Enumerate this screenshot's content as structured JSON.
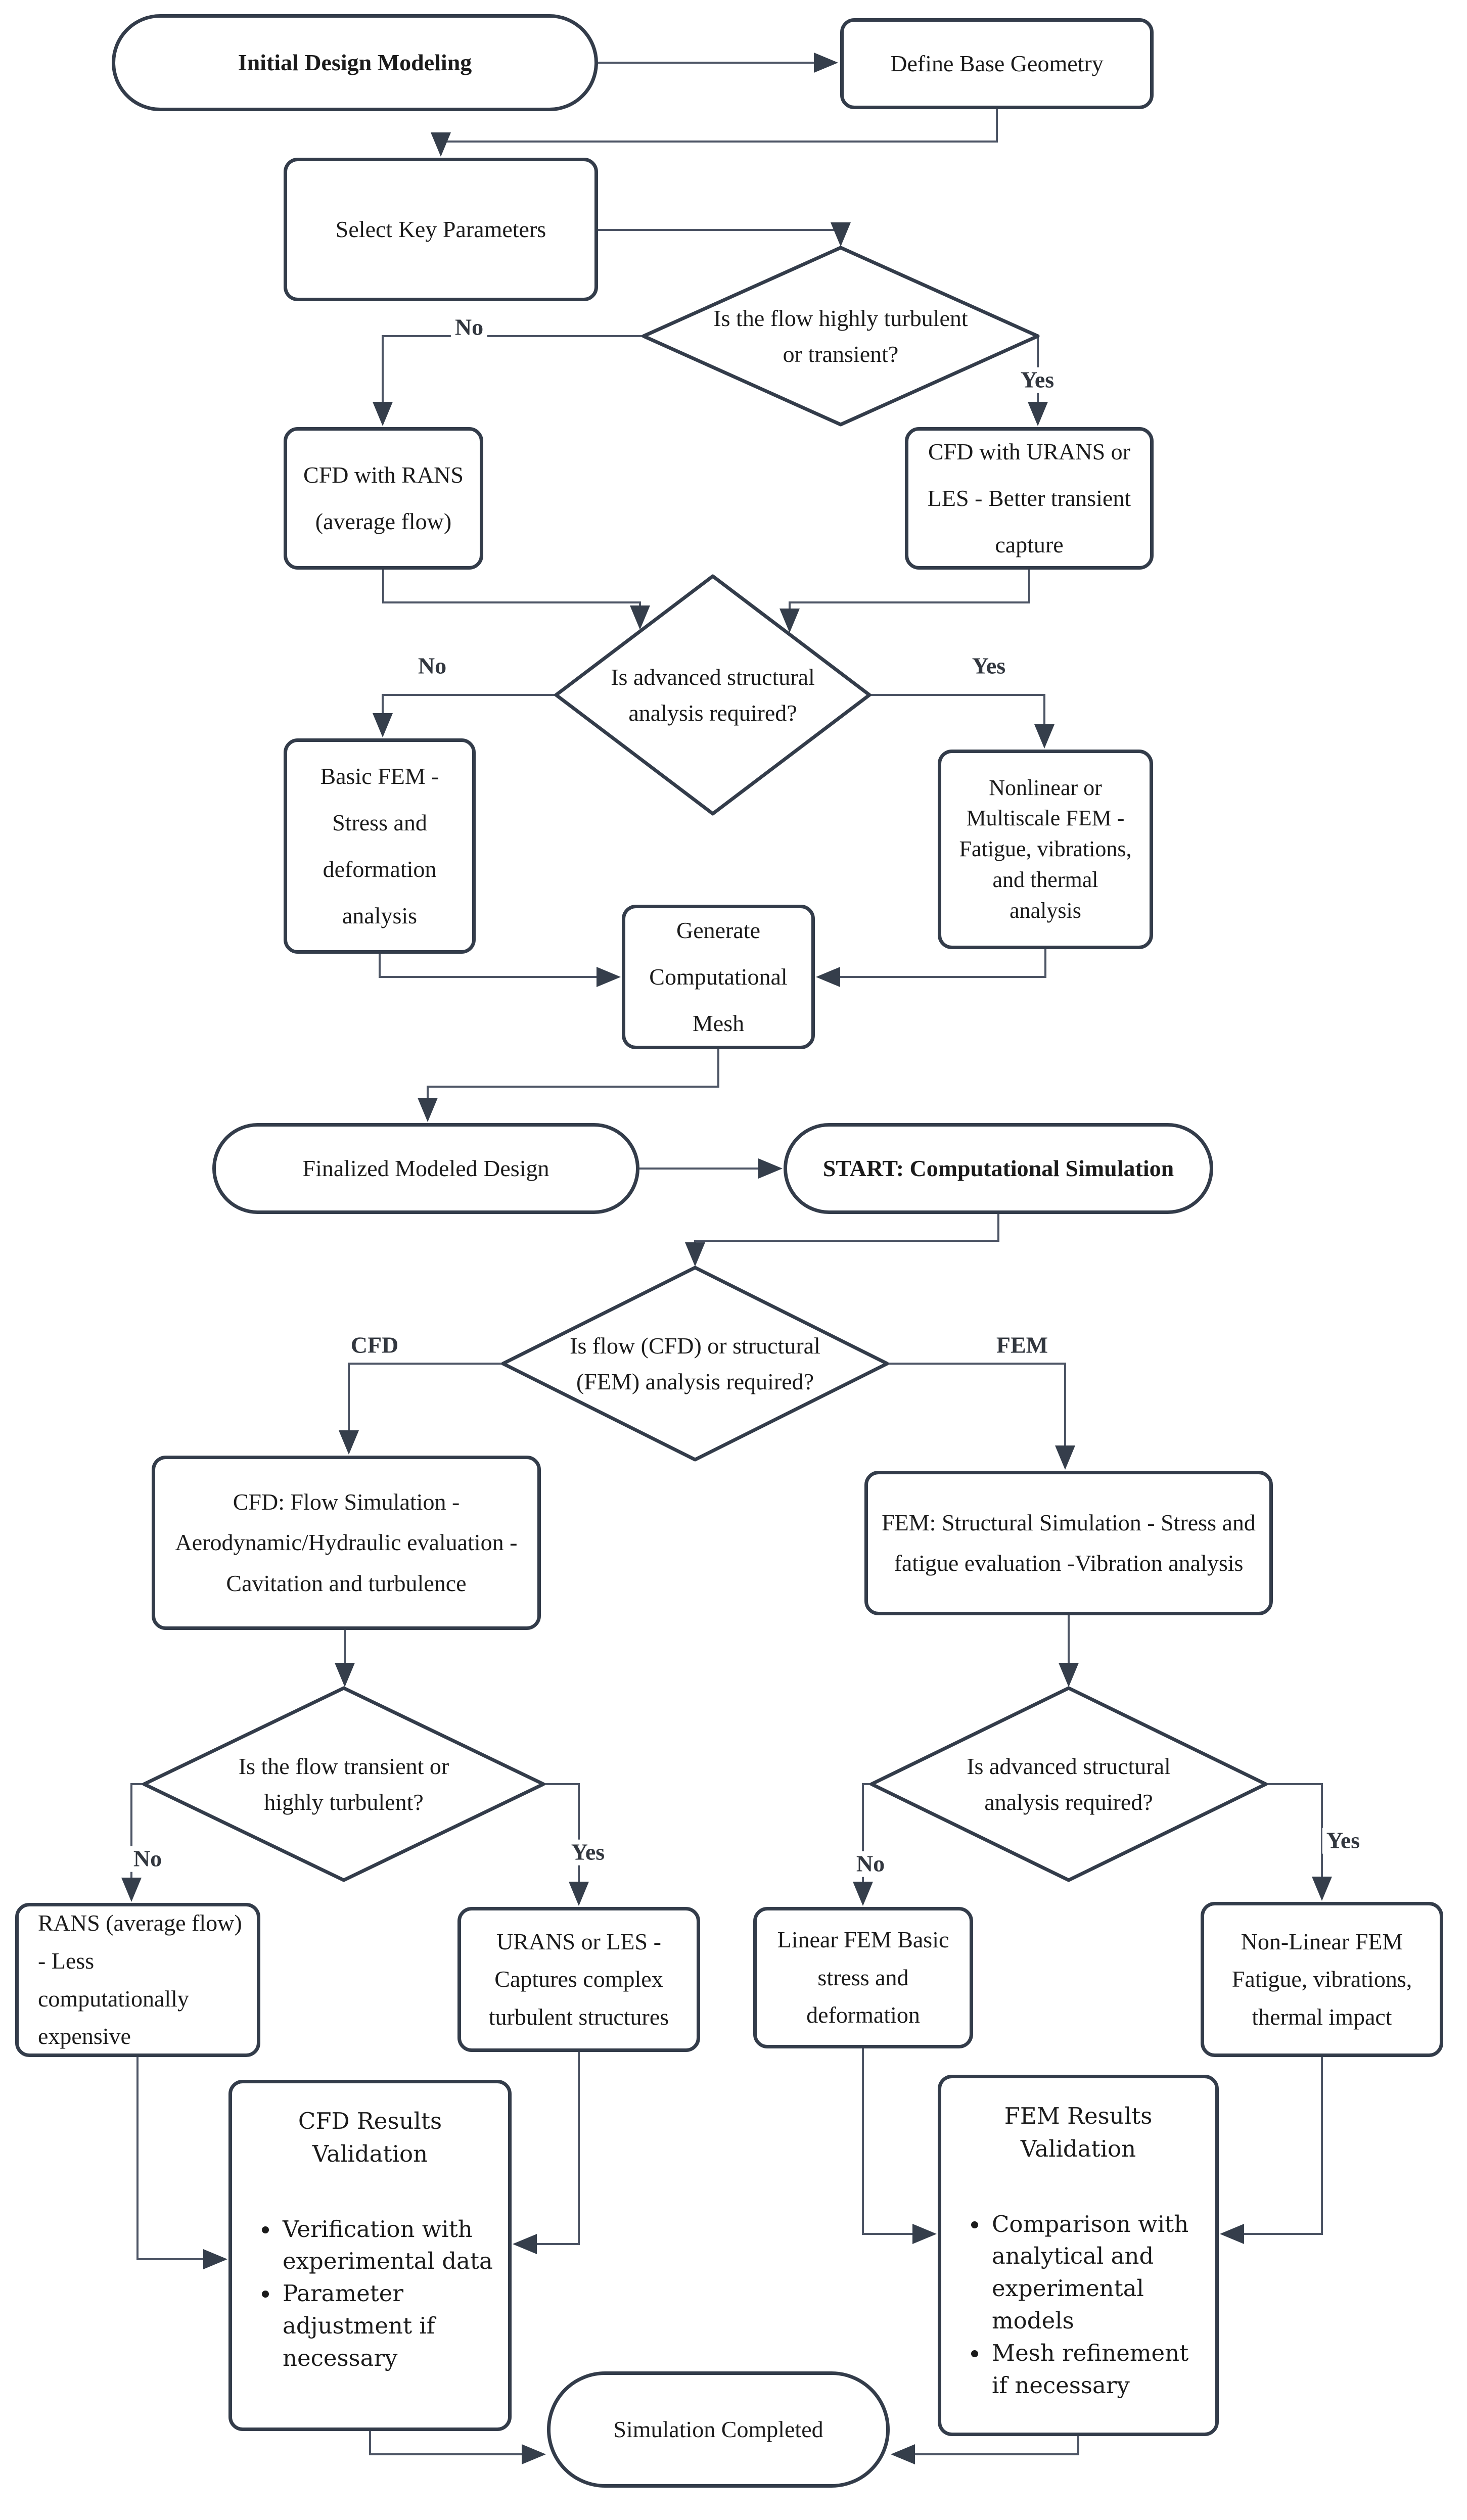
{
  "nodes": {
    "initial_design": {
      "label": "Initial Design Modeling"
    },
    "define_geometry": {
      "label": "Define Base Geometry"
    },
    "select_parameters": {
      "label": "Select Key Parameters"
    },
    "flow_turbulent_decision": {
      "label": "Is the flow highly turbulent or transient?"
    },
    "cfd_rans": {
      "label": "CFD with RANS (average flow)"
    },
    "cfd_urans": {
      "label": "CFD with URANS or LES - Better transient capture"
    },
    "advanced_structural_decision_1": {
      "label": "Is advanced structural analysis required?"
    },
    "basic_fem": {
      "label": "Basic FEM - Stress and deformation analysis"
    },
    "nonlinear_fem": {
      "label": "Nonlinear or Multiscale FEM - Fatigue, vibrations, and thermal analysis"
    },
    "generate_mesh": {
      "label": "Generate Computational Mesh"
    },
    "finalized_design": {
      "label": "Finalized Modeled Design"
    },
    "start_simulation": {
      "label": "START: Computational Simulation"
    },
    "cfd_or_fem_decision": {
      "label": "Is flow (CFD) or structural (FEM) analysis required?"
    },
    "cfd_simulation": {
      "label": "CFD: Flow Simulation - Aerodynamic/Hydraulic evaluation - Cavitation and turbulence"
    },
    "fem_simulation": {
      "label": "FEM: Structural Simulation - Stress and fatigue evaluation -Vibration analysis"
    },
    "flow_transient_decision": {
      "label": "Is the flow transient or highly turbulent?"
    },
    "advanced_structural_decision_2": {
      "label": "Is advanced structural analysis required?"
    },
    "rans_option": {
      "label": "RANS (average flow) - Less computationally expensive"
    },
    "urans_option": {
      "label": "URANS or LES - Captures complex turbulent structures"
    },
    "linear_fem": {
      "label": "Linear FEM Basic stress and deformation"
    },
    "nonlinear_fem_option": {
      "label": "Non-Linear FEM Fatigue, vibrations, thermal impact"
    },
    "cfd_validation": {
      "title": "CFD Results Validation",
      "bullets": [
        "Verification with experimental data",
        "Parameter adjustment if necessary"
      ]
    },
    "fem_validation": {
      "title": "FEM Results Validation",
      "bullets": [
        "Comparison with analytical and experimental models",
        "Mesh refinement if necessary"
      ]
    },
    "simulation_completed": {
      "label": "Simulation Completed"
    }
  },
  "edge_labels": {
    "no_1": "No",
    "yes_1": "Yes",
    "no_2": "No",
    "yes_2": "Yes",
    "cfd": "CFD",
    "fem": "FEM",
    "no_3": "No",
    "yes_3": "Yes",
    "no_4": "No",
    "yes_4": "Yes"
  },
  "colors": {
    "background": "#ffffff",
    "shape_fill": "#ffffff",
    "border": "#333c4a",
    "line": "#4d5565",
    "arrow": "#353e4b",
    "text": "#1b1b1b",
    "label": "#32373f"
  }
}
